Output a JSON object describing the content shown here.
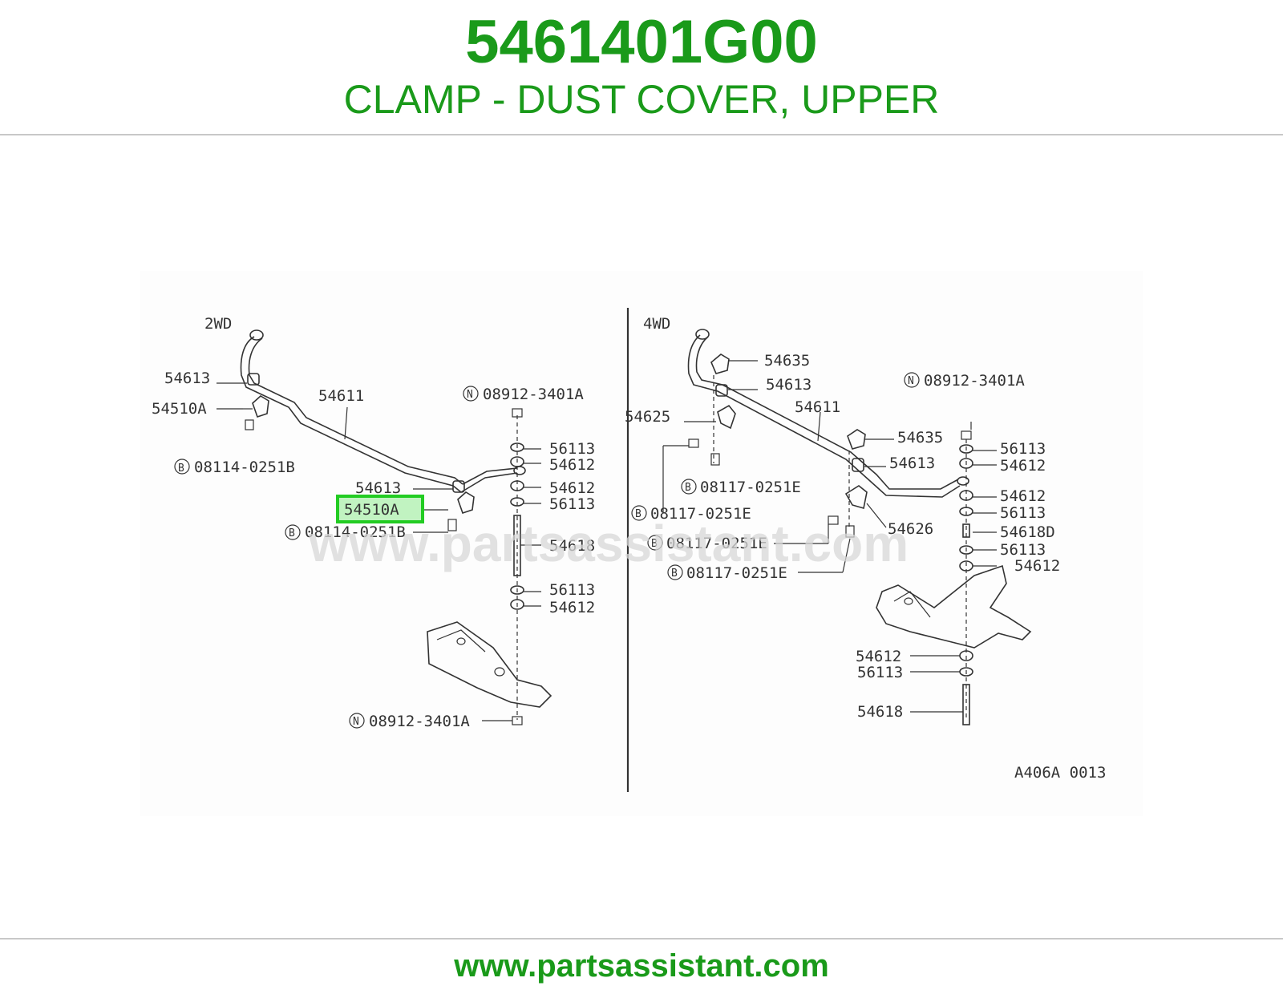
{
  "header": {
    "part_number": "5461401G00",
    "description": "CLAMP - DUST COVER, UPPER"
  },
  "footer": {
    "url": "www.partsassistant.com"
  },
  "watermark": "www.partsassistant.com",
  "colors": {
    "brand_green": "#1a9a1a",
    "highlight": "#22cc22"
  },
  "diagram": {
    "code": "A406A 0013",
    "left_panel": {
      "title": "2WD",
      "labels": {
        "l54613_top": "54613",
        "l54611": "54611",
        "l54510a_top": "54510A",
        "l08114_top": "08114-0251B",
        "l08912_top": "08912-3401A",
        "l56113_a": "56113",
        "l54612_a": "54612",
        "l54613_mid": "54613",
        "l54612_b": "54612",
        "l54510a_hl": "54510A",
        "l56113_b": "56113",
        "l08114_mid": "08114-0251B",
        "l54618": "54618",
        "l56113_c": "56113",
        "l54612_c": "54612",
        "l08912_bot": "08912-3401A"
      }
    },
    "right_panel": {
      "title": "4WD",
      "labels": {
        "l54635_top": "54635",
        "l54613": "54613",
        "l08912": "08912-3401A",
        "l54611": "54611",
        "l54625": "54625",
        "l54635_mid": "54635",
        "l56113_a": "56113",
        "l54612_a": "54612",
        "l54613_b": "54613",
        "l08117_a": "08117-0251E",
        "l54612_b": "54612",
        "l08117_b": "08117-0251E",
        "l56113_b": "56113",
        "l54626": "54626",
        "l54618d": "54618D",
        "l08117_c": "08117-0251E",
        "l56113_c": "56113",
        "l54612_c": "54612",
        "l08117_d": "08117-0251E",
        "l54612_d": "54612",
        "l56113_d": "56113",
        "l54618": "54618"
      }
    },
    "prefix_b": "B",
    "prefix_n": "N"
  }
}
